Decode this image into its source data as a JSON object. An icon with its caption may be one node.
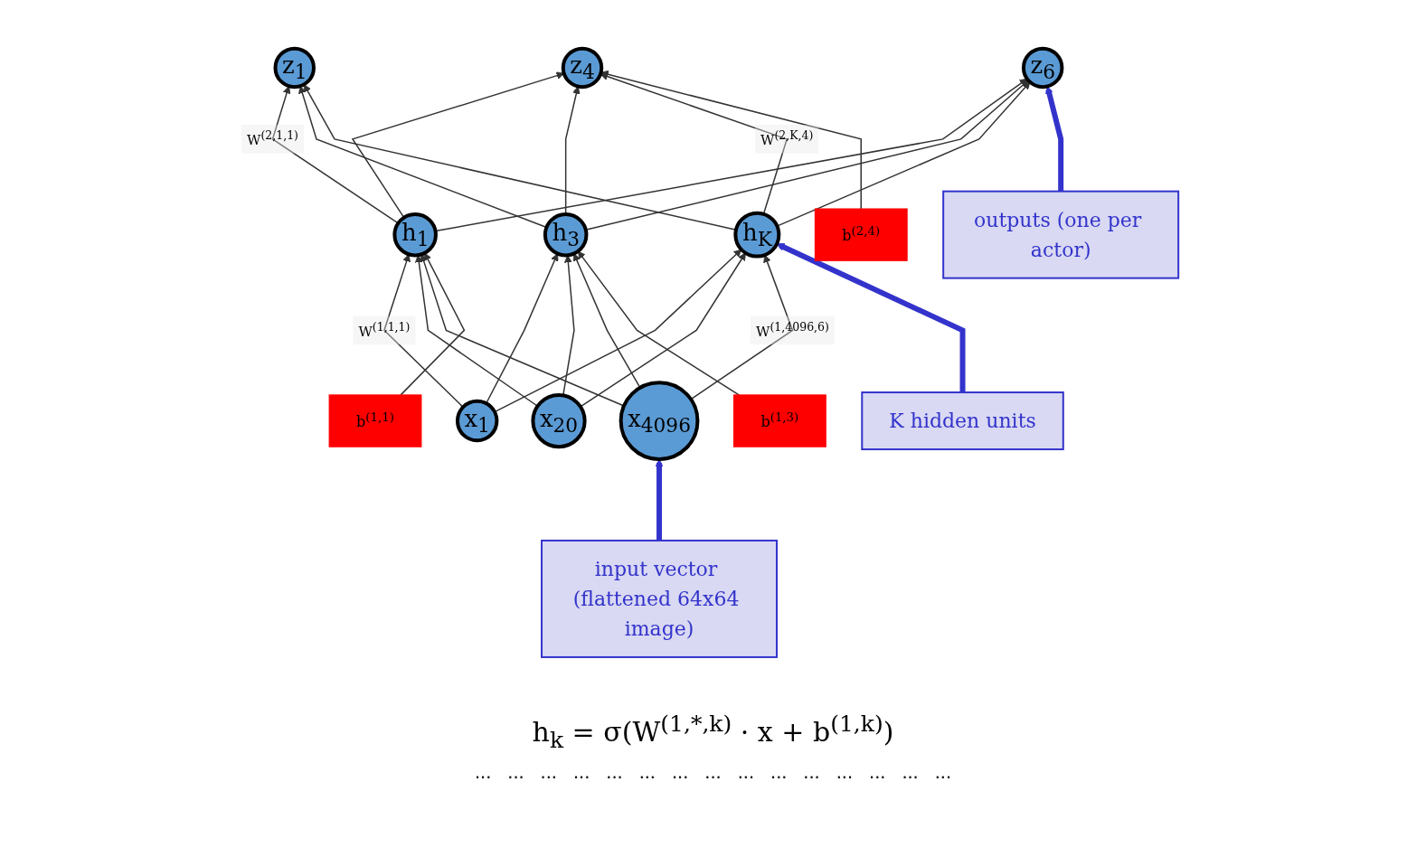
{
  "diagram": {
    "caption": "h$_{k}$ = σ(W$^{(1,*,k)}$ · x + b$^{(1,k)}$)",
    "nodes": [
      {
        "text": [
          "b$^{(2,4)}$"
        ]
      },
      {
        "text": [
          "z$_{1}$"
        ]
      },
      {
        "text": [
          "z$_{4}$"
        ]
      },
      {
        "text": [
          "z$_{6}$"
        ]
      },
      {
        "text": [
          "outputs (one per actor)"
        ]
      },
      {
        "text": [
          "b$^{(1,1)}$"
        ]
      },
      {
        "text": [
          "h$_{1}$"
        ]
      },
      {
        "text": [
          "b$^{(1,3)}$"
        ]
      },
      {
        "text": [
          "h$_{3}$"
        ]
      },
      {
        "text": [
          "h$_{K}$"
        ]
      },
      {
        "text": [
          "K hidden units"
        ]
      },
      {
        "text": [
          "x$_{1}$"
        ]
      },
      {
        "text": [
          "x$_{20}$"
        ]
      },
      {
        "text": [
          "x$_{4096}$"
        ]
      },
      {
        "text": [
          "input vector (flattened 64x64 image)"
        ]
      }
    ],
    "edges": [
      {
        "from": 11,
        "to": 6,
        "arrow": "to",
        "label": "W$^{(1,1,1)}$"
      },
      {
        "from": 11,
        "to": 8,
        "arrow": "to"
      },
      {
        "from": 11,
        "to": 9,
        "arrow": "to"
      },
      {
        "from": 12,
        "to": 6,
        "arrow": "to"
      },
      {
        "from": 12,
        "to": 8,
        "arrow": "to"
      },
      {
        "from": 12,
        "to": 9,
        "arrow": "to"
      },
      {
        "from": 13,
        "to": 6,
        "arrow": "to"
      },
      {
        "from": 13,
        "to": 8,
        "arrow": "to"
      },
      {
        "from": 13,
        "to": 9,
        "arrow": "to",
        "label": "W$^{(1,4096,6)}$"
      },
      {
        "from": 6,
        "to": 1,
        "arrow": "to",
        "label": "W$^{(2,1,1)}$"
      },
      {
        "from": 6,
        "to": 2,
        "arrow": "to"
      },
      {
        "from": 6,
        "to": 3,
        "arrow": "to"
      },
      {
        "from": 8,
        "to": 1,
        "arrow": "to"
      },
      {
        "from": 8,
        "to": 2,
        "arrow": "to"
      },
      {
        "from": 8,
        "to": 3,
        "arrow": "to"
      },
      {
        "from": 9,
        "to": 1,
        "arrow": "to"
      },
      {
        "from": 9,
        "to": 2,
        "arrow": "to",
        "label": "W$^{(2,K,4)}$"
      },
      {
        "from": 9,
        "to": 3,
        "arrow": "to"
      },
      {
        "from": 0,
        "to": 2,
        "arrow": "to"
      },
      {
        "from": 5,
        "to": 6,
        "arrow": "to"
      },
      {
        "from": 7,
        "to": 8,
        "arrow": "to"
      },
      {
        "from": 4,
        "to": 3,
        "arrow": "to",
        "style": "thick",
        "color": "#3333cc"
      },
      {
        "from": 10,
        "to": 9,
        "arrow": "to",
        "style": "thick",
        "color": "#3333cc"
      },
      {
        "from": 14,
        "to": 13,
        "arrow": "to",
        "style": "thick",
        "color": "#3333cc"
      }
    ],
    "labels": [
      "...",
      "...",
      "...",
      "...",
      "...",
      "...",
      "...",
      "...",
      "...",
      "...",
      "...",
      "...",
      "...",
      "...",
      "..."
    ]
  }
}
